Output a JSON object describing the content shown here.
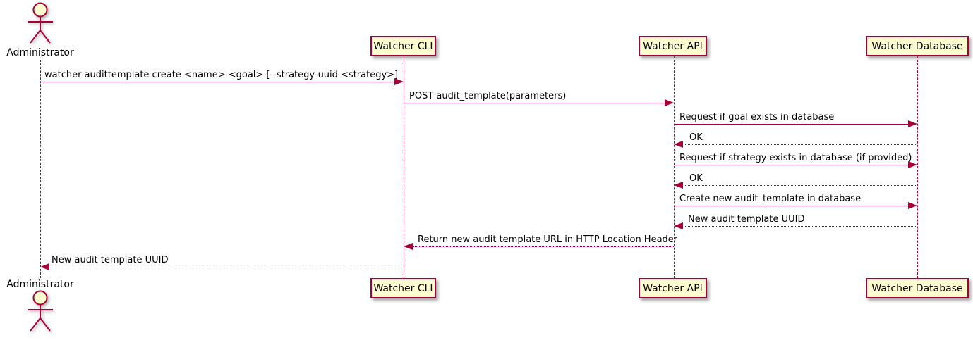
{
  "diagram": {
    "type": "plantuml-sequence-diagram",
    "colors": {
      "accent": "#A80036",
      "participant_fill": "#FEFECE",
      "text": "#000000",
      "background": "#FFFFFF"
    },
    "actor": {
      "name": "Administrator"
    },
    "participants": [
      {
        "label": "Watcher CLI"
      },
      {
        "label": "Watcher API"
      },
      {
        "label": "Watcher Database"
      }
    ],
    "messages": [
      {
        "from": "Administrator",
        "to": "Watcher CLI",
        "style": "solid",
        "text": "watcher audittemplate create <name> <goal> [--strategy-uuid <strategy>]"
      },
      {
        "from": "Watcher CLI",
        "to": "Watcher API",
        "style": "solid",
        "text": "POST audit_template(parameters)"
      },
      {
        "from": "Watcher API",
        "to": "Watcher Database",
        "style": "solid",
        "text": "Request if goal exists in database"
      },
      {
        "from": "Watcher Database",
        "to": "Watcher API",
        "style": "dotted",
        "text": "OK"
      },
      {
        "from": "Watcher API",
        "to": "Watcher Database",
        "style": "solid",
        "text": "Request if strategy exists in database (if provided)"
      },
      {
        "from": "Watcher Database",
        "to": "Watcher API",
        "style": "dotted",
        "text": "OK"
      },
      {
        "from": "Watcher API",
        "to": "Watcher Database",
        "style": "solid",
        "text": "Create new audit_template in database"
      },
      {
        "from": "Watcher Database",
        "to": "Watcher API",
        "style": "dotted",
        "text": "New audit template UUID"
      },
      {
        "from": "Watcher API",
        "to": "Watcher CLI",
        "style": "dotted",
        "text": "Return new audit template URL in HTTP Location Header"
      },
      {
        "from": "Watcher CLI",
        "to": "Administrator",
        "style": "dotted",
        "text": "New audit template UUID"
      }
    ]
  }
}
